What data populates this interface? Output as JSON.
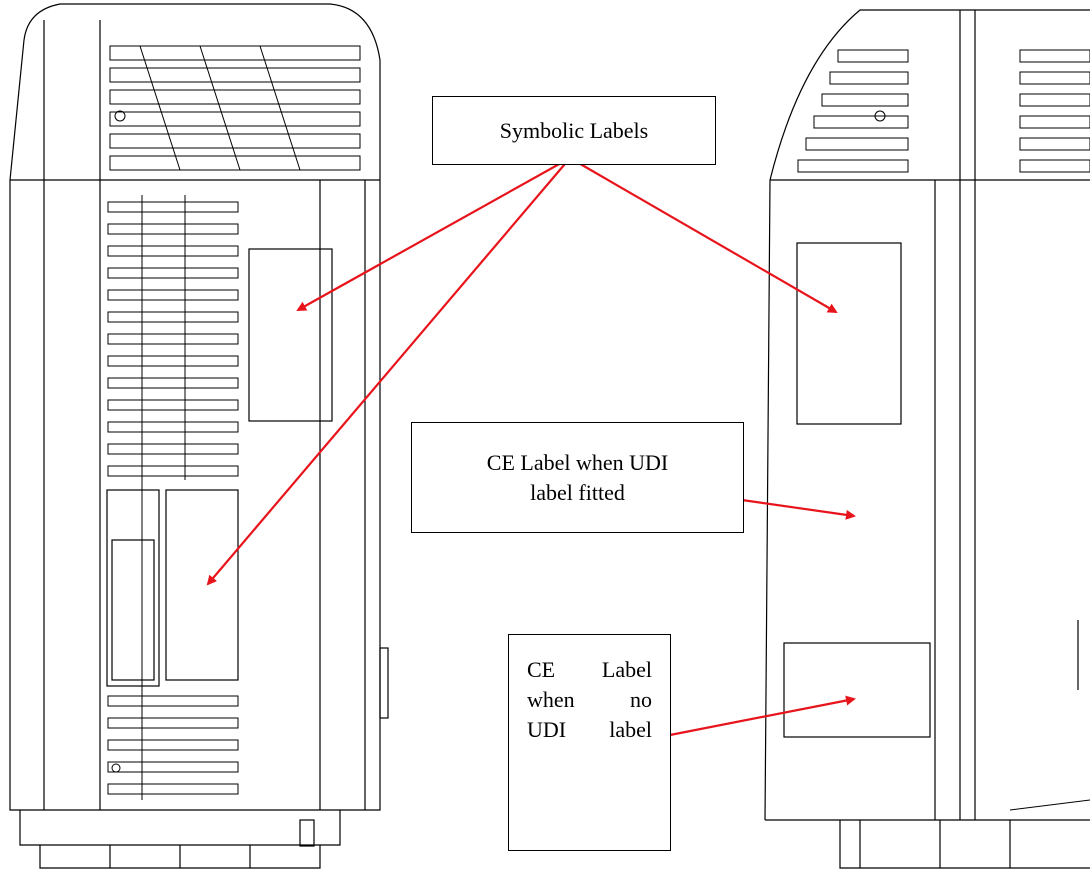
{
  "callouts": {
    "symbolic_labels": "Symbolic Labels",
    "ce_udi_line1": "CE Label when UDI",
    "ce_udi_line2": "label fitted",
    "ce_no_udi": {
      "line1_a": "CE",
      "line1_b": "Label",
      "line2_a": "when",
      "line2_b": "no",
      "line3_a": "UDI",
      "line3_b": "label"
    }
  },
  "colors": {
    "arrow": "#e8141c",
    "outline": "#000000"
  }
}
